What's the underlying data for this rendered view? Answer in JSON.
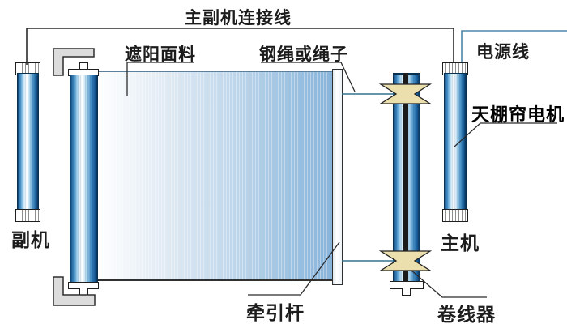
{
  "diagram": {
    "labels": {
      "connection_line": "主副机连接线",
      "shade_fabric": "遮阳面料",
      "steel_rope": "钢绳或绳子",
      "power_line": "电源线",
      "ceiling_motor": "天棚帘电机",
      "aux_unit": "副机",
      "main_unit": "主机",
      "traction_rod": "牵引杆",
      "wire_winder": "卷线器"
    },
    "colors": {
      "background": "#ffffff",
      "pointer_line": "#2b2b2b",
      "power_line_blue": "#4d87a8",
      "rope_blue": "#33708e",
      "tube_blue_dark": "#0e3f6e",
      "tube_blue_mid": "#3f8ac2",
      "tube_highlight": "#ffffff",
      "fabric_light": "#ffffff",
      "fabric_blue": "#88b3da",
      "pulley_cream": "#ecdfae",
      "bracket_gray": "#dcdcdc",
      "label_text": "#1c1c1c",
      "motor_label_text": "#000000"
    }
  }
}
